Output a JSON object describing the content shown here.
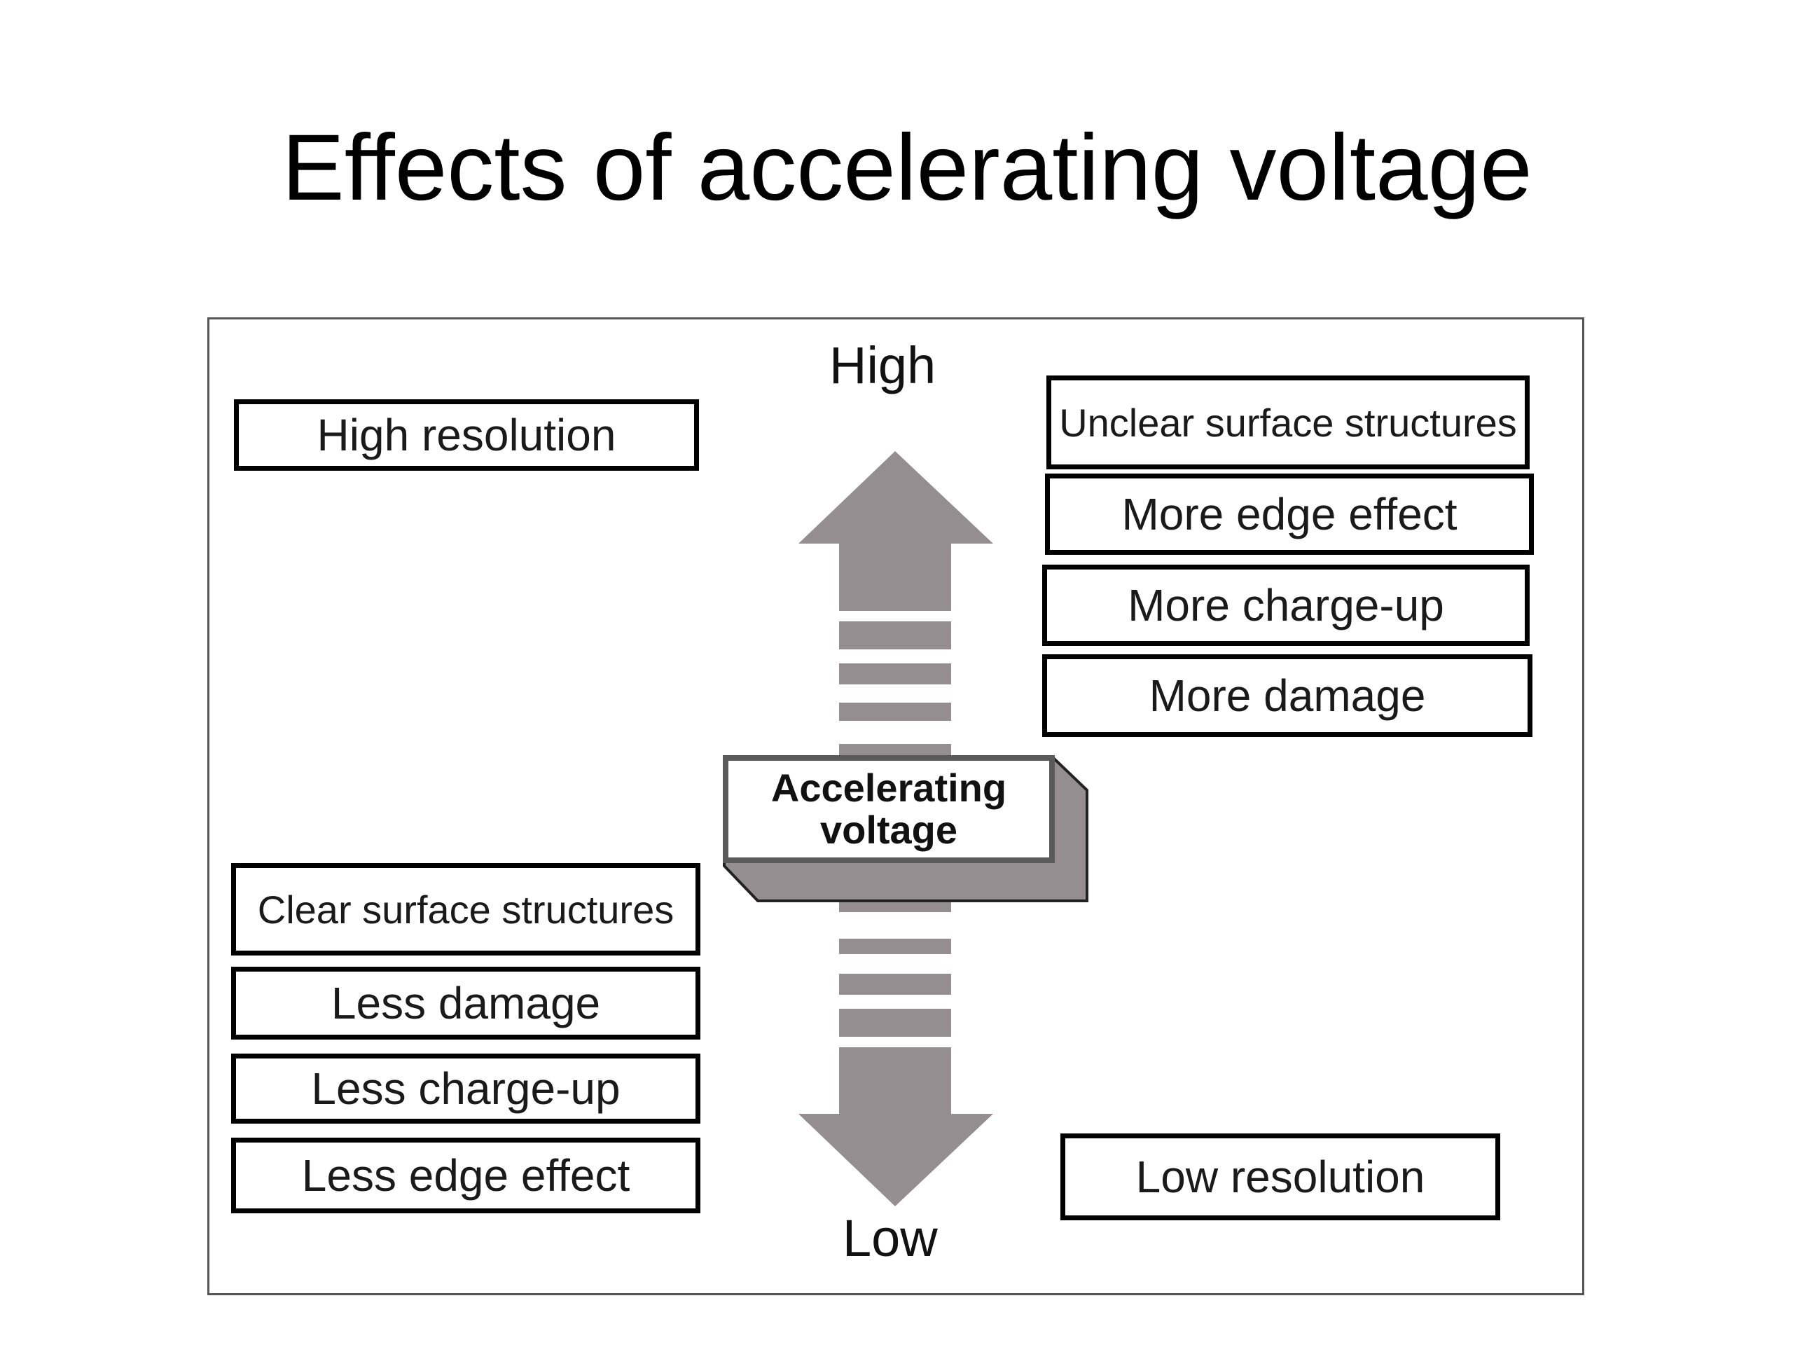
{
  "title": "Effects of accelerating voltage",
  "diagram": {
    "top_label": "High",
    "bottom_label": "Low",
    "center_label_line1": "Accelerating",
    "center_label_line2": "voltage",
    "left_top": {
      "high_resolution": "High resolution"
    },
    "left_bottom": {
      "clear_surface": "Clear surface structures",
      "less_damage": "Less damage",
      "less_charge_up": "Less charge-up",
      "less_edge_effect": "Less edge effect"
    },
    "right_top": {
      "unclear_surface": "Unclear surface structures",
      "more_edge_effect": "More edge effect",
      "more_charge_up": "More charge-up",
      "more_damage": "More damage"
    },
    "right_bottom": {
      "low_resolution": "Low resolution"
    }
  },
  "colors": {
    "arrow": "#958e91",
    "box_border": "#000000",
    "frame_border": "#555555"
  }
}
